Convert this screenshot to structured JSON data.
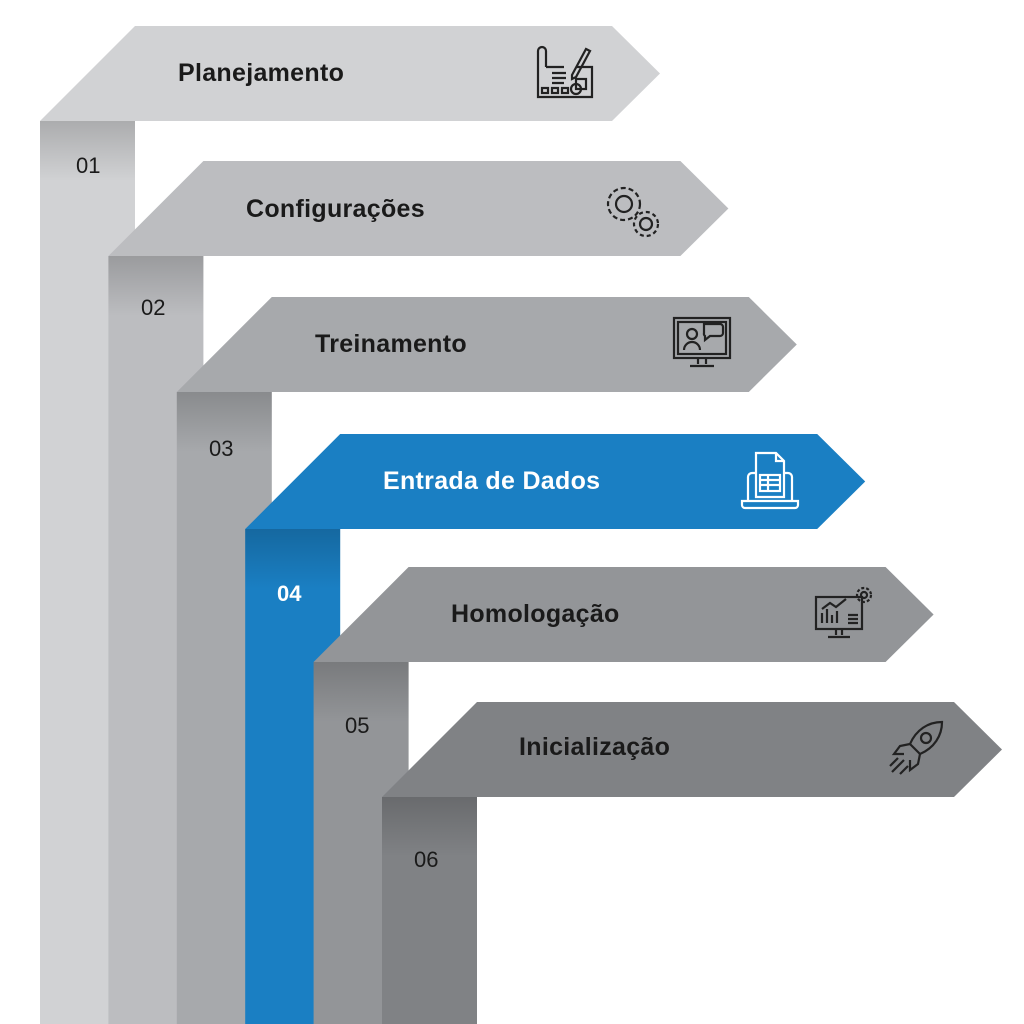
{
  "steps": [
    {
      "number": "01",
      "label": "Planejamento",
      "icon": "blueprint-pencil-icon",
      "color": "#d1d2d4",
      "active": false
    },
    {
      "number": "02",
      "label": "Configurações",
      "icon": "gears-icon",
      "color": "#bcbdc0",
      "active": false
    },
    {
      "number": "03",
      "label": "Treinamento",
      "icon": "monitor-presenter-icon",
      "color": "#a7a9ac",
      "active": false
    },
    {
      "number": "04",
      "label": "Entrada de Dados",
      "icon": "laptop-document-icon",
      "color": "#1a7fc3",
      "active": true
    },
    {
      "number": "05",
      "label": "Homologação",
      "icon": "monitor-chart-gear-icon",
      "color": "#939598",
      "active": false
    },
    {
      "number": "06",
      "label": "Inicialização",
      "icon": "rocket-icon",
      "color": "#808285",
      "active": false
    }
  ]
}
